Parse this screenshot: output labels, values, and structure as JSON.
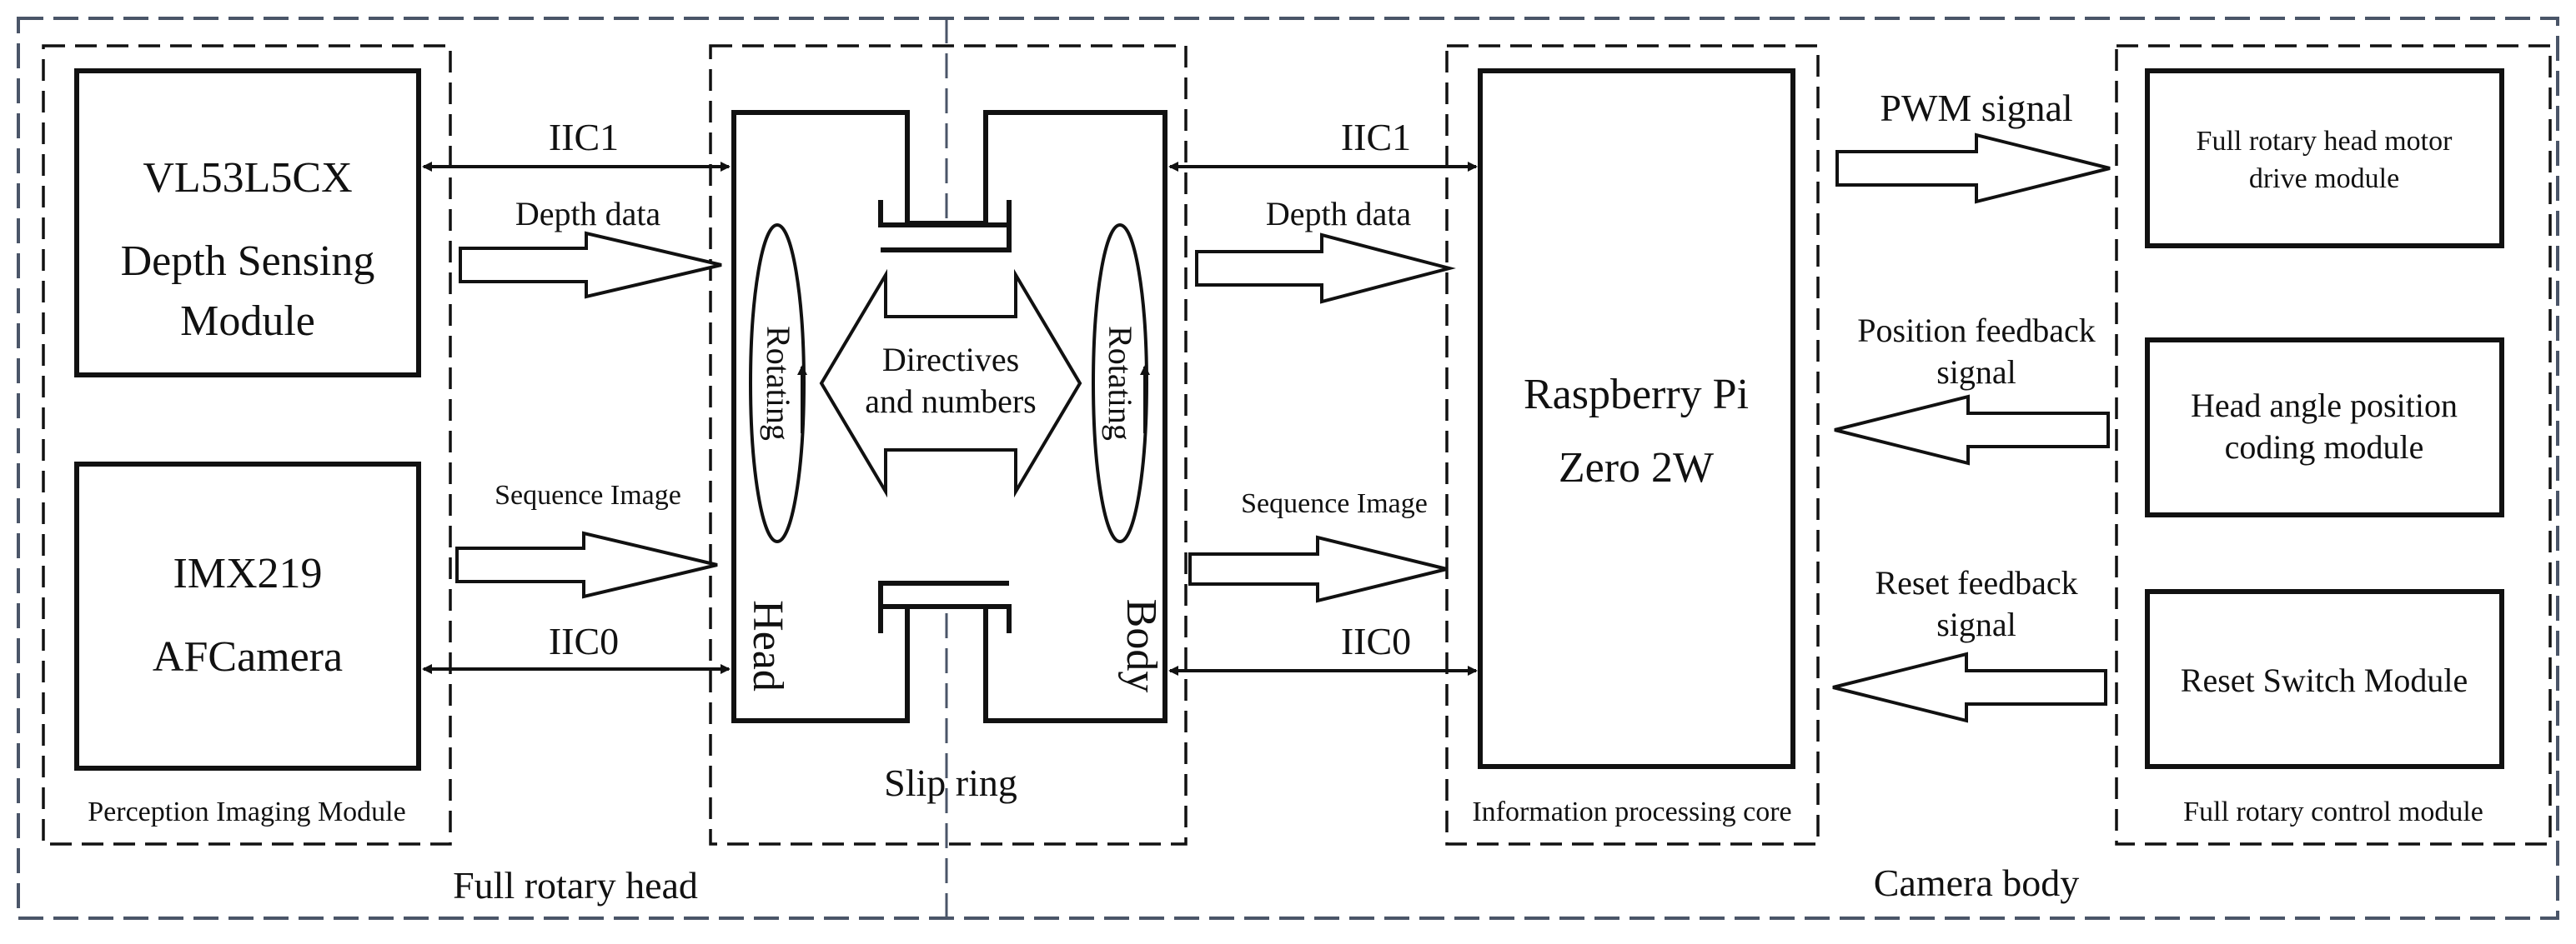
{
  "regions": {
    "full_rotary_head": "Full rotary head",
    "camera_body": "Camera body"
  },
  "groups": {
    "perception": "Perception Imaging Module",
    "slipring": "Slip ring",
    "info_core": "Information processing core",
    "control": "Full rotary control module"
  },
  "modules": {
    "depth_sensor": [
      "VL53L5CX",
      "Depth Sensing",
      "Module"
    ],
    "camera": [
      "IMX219",
      "AFCamera"
    ],
    "raspberry": [
      "Raspberry Pi",
      "Zero  2W"
    ],
    "motor_drive": [
      "Full rotary head motor",
      "drive module"
    ],
    "angle_coding": [
      "Head angle position",
      "coding module"
    ],
    "reset_switch": [
      "Reset Switch Module"
    ]
  },
  "slipring": {
    "head": "Head",
    "body": "Body",
    "rotating_left": "Rotating",
    "rotating_right": "Rotating",
    "center": [
      "Directives",
      "and numbers"
    ]
  },
  "signals": {
    "iic1_left": "IIC1",
    "depth_left": "Depth data",
    "seq_left": "Sequence Image",
    "iic0_left": "IIC0",
    "iic1_right": "IIC1",
    "depth_right": "Depth data",
    "seq_right": "Sequence Image",
    "iic0_right": "IIC0",
    "pwm": "PWM signal",
    "position_feedback": [
      "Position feedback",
      "signal"
    ],
    "reset_feedback": [
      "Reset feedback",
      "signal"
    ]
  }
}
